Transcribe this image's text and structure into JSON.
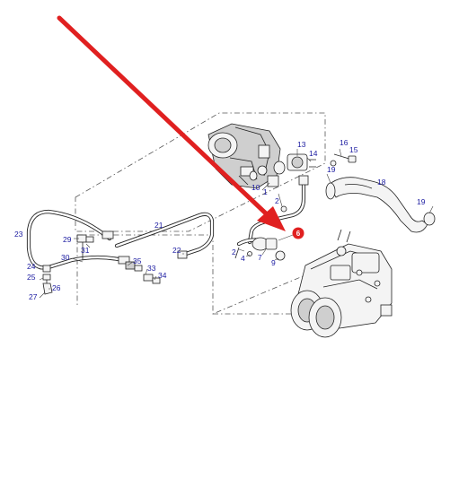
{
  "labels": [
    {
      "id": "13",
      "text": "13"
    },
    {
      "id": "16",
      "text": "16"
    },
    {
      "id": "15",
      "text": "15"
    },
    {
      "id": "14",
      "text": "14"
    },
    {
      "id": "19a",
      "text": "19"
    },
    {
      "id": "18",
      "text": "18"
    },
    {
      "id": "19b",
      "text": "19"
    },
    {
      "id": "10",
      "text": "10"
    },
    {
      "id": "1",
      "text": "1"
    },
    {
      "id": "2a",
      "text": "2"
    },
    {
      "id": "21",
      "text": "21"
    },
    {
      "id": "23",
      "text": "23"
    },
    {
      "id": "29",
      "text": "29"
    },
    {
      "id": "31",
      "text": "31"
    },
    {
      "id": "22",
      "text": "22"
    },
    {
      "id": "2b",
      "text": "2"
    },
    {
      "id": "4",
      "text": "4"
    },
    {
      "id": "7",
      "text": "7"
    },
    {
      "id": "9",
      "text": "9"
    },
    {
      "id": "30",
      "text": "30"
    },
    {
      "id": "35",
      "text": "35"
    },
    {
      "id": "24",
      "text": "24"
    },
    {
      "id": "25",
      "text": "25"
    },
    {
      "id": "33",
      "text": "33"
    },
    {
      "id": "34",
      "text": "34"
    },
    {
      "id": "26",
      "text": "26"
    },
    {
      "id": "27",
      "text": "27"
    }
  ],
  "highlight": {
    "text": "6",
    "color": "#e02020"
  },
  "arrow_color": "#e02020",
  "label_color": "#1a1aa0"
}
